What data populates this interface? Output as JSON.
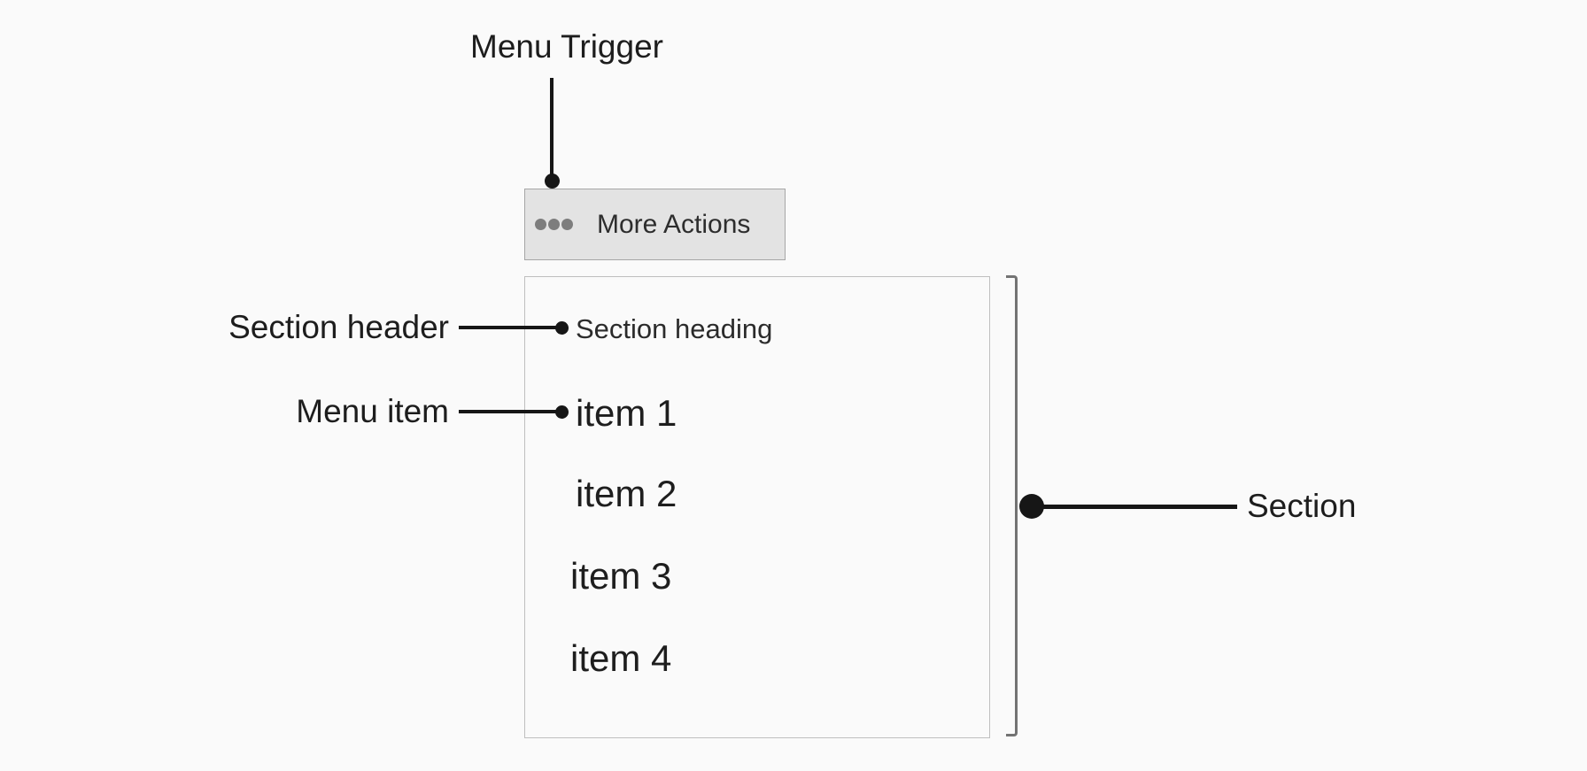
{
  "page": {
    "background_color": "#fafafa"
  },
  "annotations": {
    "menu_trigger": {
      "label": "Menu Trigger"
    },
    "section_header": {
      "label": "Section header"
    },
    "menu_item": {
      "label": "Menu item"
    },
    "section": {
      "label": "Section"
    }
  },
  "trigger_button": {
    "label": "More Actions",
    "icon": "ellipsis-icon",
    "background_color": "#e3e3e3",
    "border_color": "#a6a6a6"
  },
  "menu": {
    "section_heading": "Section heading",
    "items": [
      {
        "label": "item 1"
      },
      {
        "label": "item 2"
      },
      {
        "label": "item 3"
      },
      {
        "label": "item 4"
      }
    ]
  },
  "colors": {
    "annotation_line": "#161616",
    "bracket": "#737373",
    "panel_border": "#bfbfbf",
    "text": "#1d1d1d",
    "ellipsis_dot": "#7d7d7d"
  }
}
